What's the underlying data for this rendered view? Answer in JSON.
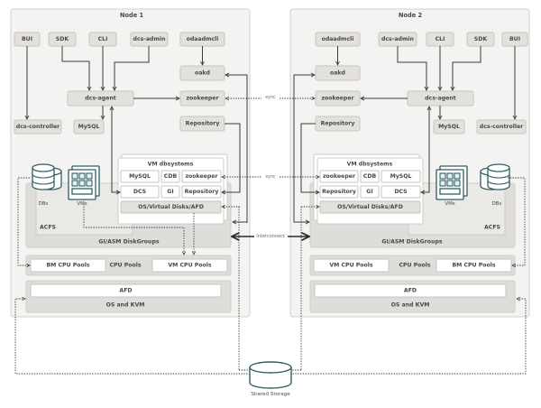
{
  "diagram": {
    "node1": {
      "title": "Node 1",
      "clients": [
        "BUI",
        "SDK",
        "CLI",
        "dcs-admin",
        "odaadmcli"
      ],
      "oakd": "oakd",
      "dcs_agent": "dcs-agent",
      "zookeeper": "zookeeper",
      "repository": "Repository",
      "dcs_controller": "dcs-controller",
      "mysql": "MySQL",
      "vm_dbsystems": {
        "title": "VM dbsystems",
        "row1": [
          "MySQL",
          "CDB",
          "zookeeper"
        ],
        "row2": [
          "DCS",
          "GI",
          "Repository"
        ],
        "os": "OS/Virtual Disks/AFD"
      },
      "dbs_label": "DBs",
      "vms_label": "VMs",
      "acfs": "ACFS",
      "gi_asm": "GI/ASM DiskGroups",
      "cpu_pools": {
        "bm": "BM CPU Pools",
        "label": "CPU Pools",
        "vm": "VM CPU Pools"
      },
      "afd": "AFD",
      "os_kvm": "OS and KVM"
    },
    "node2": {
      "title": "Node 2",
      "clients": [
        "odaadmcli",
        "dcs-admin",
        "CLI",
        "SDK",
        "BUI"
      ],
      "oakd": "oakd",
      "dcs_agent": "dcs-agent",
      "zookeeper": "zookeeper",
      "repository": "Repository",
      "dcs_controller": "dcs-controller",
      "mysql": "MySQL",
      "vm_dbsystems": {
        "title": "VM dbsystems",
        "row1": [
          "zookeeper",
          "CDB",
          "MySQL"
        ],
        "row2": [
          "Repository",
          "GI",
          "DCS"
        ],
        "os": "OS/Virtual Disks/AFD"
      },
      "dbs_label": "DBs",
      "vms_label": "VMs",
      "acfs": "ACFS",
      "gi_asm": "GI/ASM DiskGroups",
      "cpu_pools": {
        "vm": "VM CPU Pools",
        "label": "CPU Pools",
        "bm": "BM CPU Pools"
      },
      "afd": "AFD",
      "os_kvm": "OS and KVM"
    },
    "links": {
      "sync_top": "sync",
      "sync_vm": "sync",
      "interconnect": "Interconnect"
    },
    "shared_storage": "Shared Storage"
  }
}
